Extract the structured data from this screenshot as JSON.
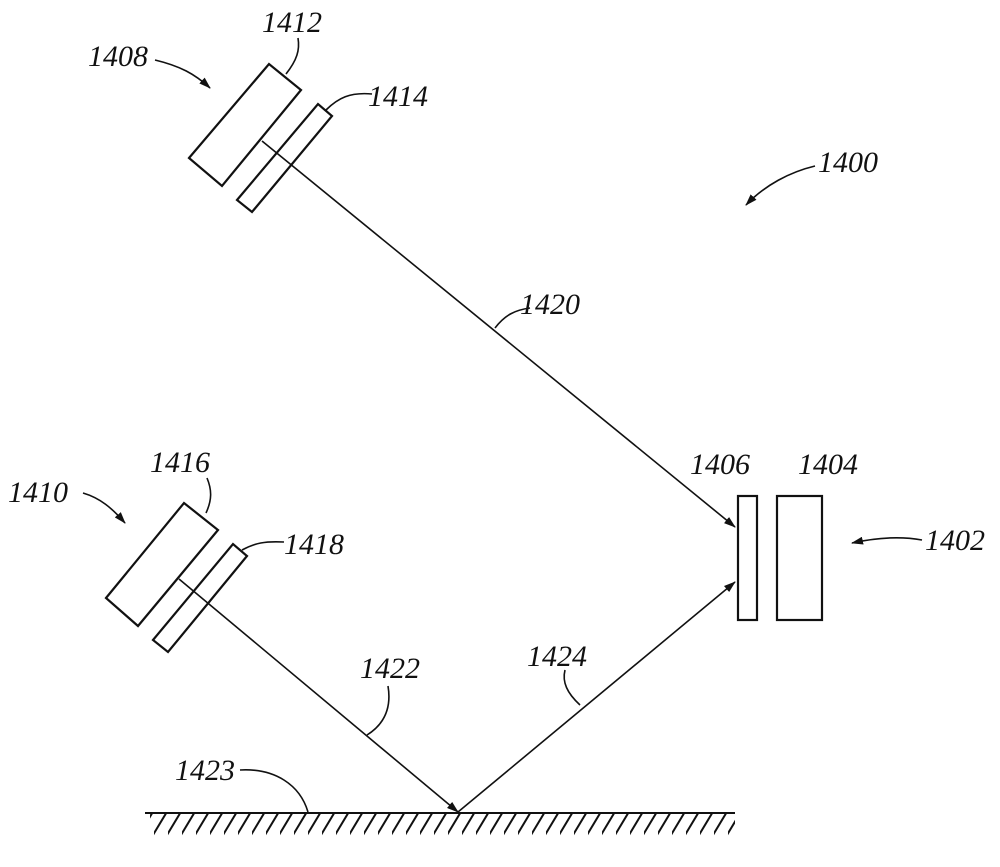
{
  "figure": {
    "system_label": "1400",
    "receiver_label": "1402",
    "sensor_label": "1404",
    "filter_label": "1406",
    "emitter_top_label": "1408",
    "emitter_bottom_label": "1410",
    "source_top_label": "1412",
    "optic_top_label": "1414",
    "source_bottom_label": "1416",
    "optic_bottom_label": "1418",
    "direct_beam_label": "1420",
    "incident_beam_label": "1422",
    "surface_label": "1423",
    "reflected_beam_label": "1424"
  }
}
